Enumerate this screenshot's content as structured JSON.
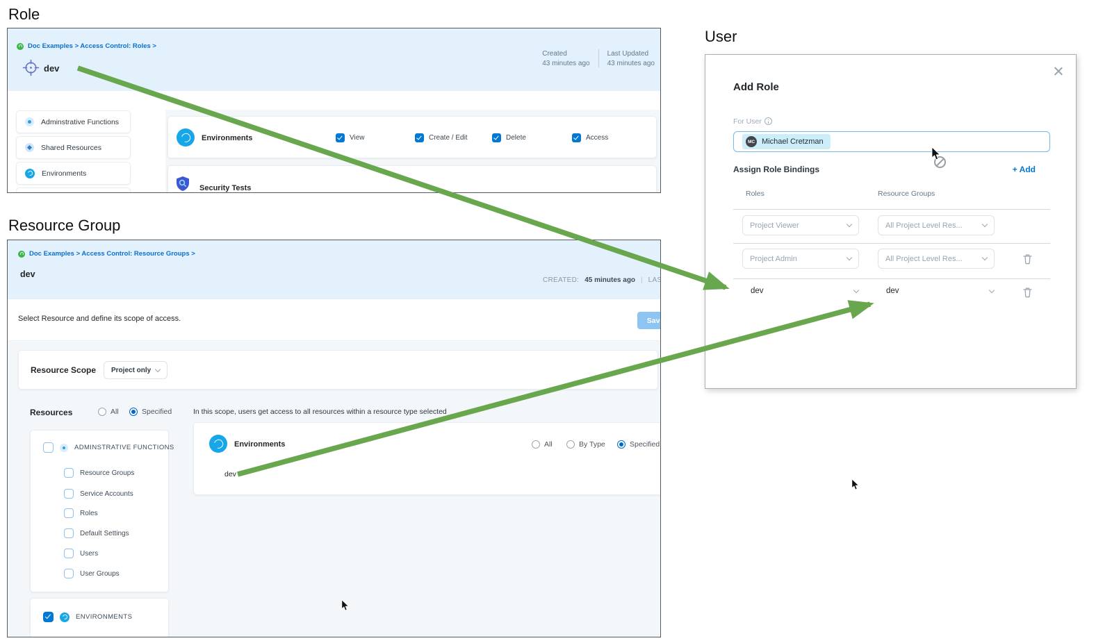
{
  "colors": {
    "accent_blue": "#0278d5",
    "link_blue": "#0b6fd0",
    "header_blue": "#e2f1fb",
    "arrow_green": "#69a74e",
    "env_icon_blue": "#17a6e8",
    "shield_blue": "#3f56d4",
    "muted_gray": "#66788a",
    "save_button_blue": "#8ec4f2"
  },
  "role_section": {
    "heading": "Role",
    "breadcrumb": "Doc Examples > Access Control: Roles >",
    "title": "dev",
    "created_label": "Created",
    "created_value": "43 minutes ago",
    "updated_label": "Last Updated",
    "updated_value": "43 minutes ago",
    "sidebar_items": [
      {
        "label": "Adminstrative Functions"
      },
      {
        "label": "Shared Resources"
      },
      {
        "label": "Environments"
      }
    ],
    "permissions_row": {
      "label": "Environments",
      "checkboxes": [
        "View",
        "Create / Edit",
        "Delete",
        "Access"
      ]
    },
    "security_row": {
      "label": "Security Tests"
    }
  },
  "resource_group_section": {
    "heading": "Resource Group",
    "breadcrumb": "Doc Examples > Access Control: Resource Groups >",
    "title": "dev",
    "created_label": "CREATED:",
    "created_value": "45 minutes ago",
    "meta_separator": "|",
    "updated_label": "LAST UPD",
    "toolbar_text": "Select Resource and define its scope of access.",
    "save_label": "Save",
    "resource_scope_label": "Resource Scope",
    "resource_scope_value": "Project only",
    "resources_label": "Resources",
    "resources_radios": [
      "All",
      "Specified"
    ],
    "tree_parent": "ADMINSTRATIVE FUNCTIONS",
    "tree_children": [
      "Resource Groups",
      "Service Accounts",
      "Roles",
      "Default Settings",
      "Users",
      "User Groups"
    ],
    "environments_group": "ENVIRONMENTS",
    "scope_hint": "In this scope, users get access to all resources within a resource type selected",
    "env_row_label": "Environments",
    "env_radios": [
      "All",
      "By Type",
      "Specified"
    ],
    "env_selected_resource": "dev"
  },
  "user_section": {
    "heading": "User",
    "dialog_title": "Add Role",
    "for_user_label": "For User",
    "user_chip": {
      "initials": "MC",
      "name": "Michael Cretzman"
    },
    "assign_label": "Assign Role Bindings",
    "add_label": "+ Add",
    "col_roles": "Roles",
    "col_resource_groups": "Resource Groups",
    "bindings": [
      {
        "role": "Project Viewer",
        "resource_group": "All Project Level Res..."
      },
      {
        "role": "Project Admin",
        "resource_group": "All Project Level Res..."
      },
      {
        "role": "dev",
        "resource_group": "dev"
      }
    ]
  }
}
